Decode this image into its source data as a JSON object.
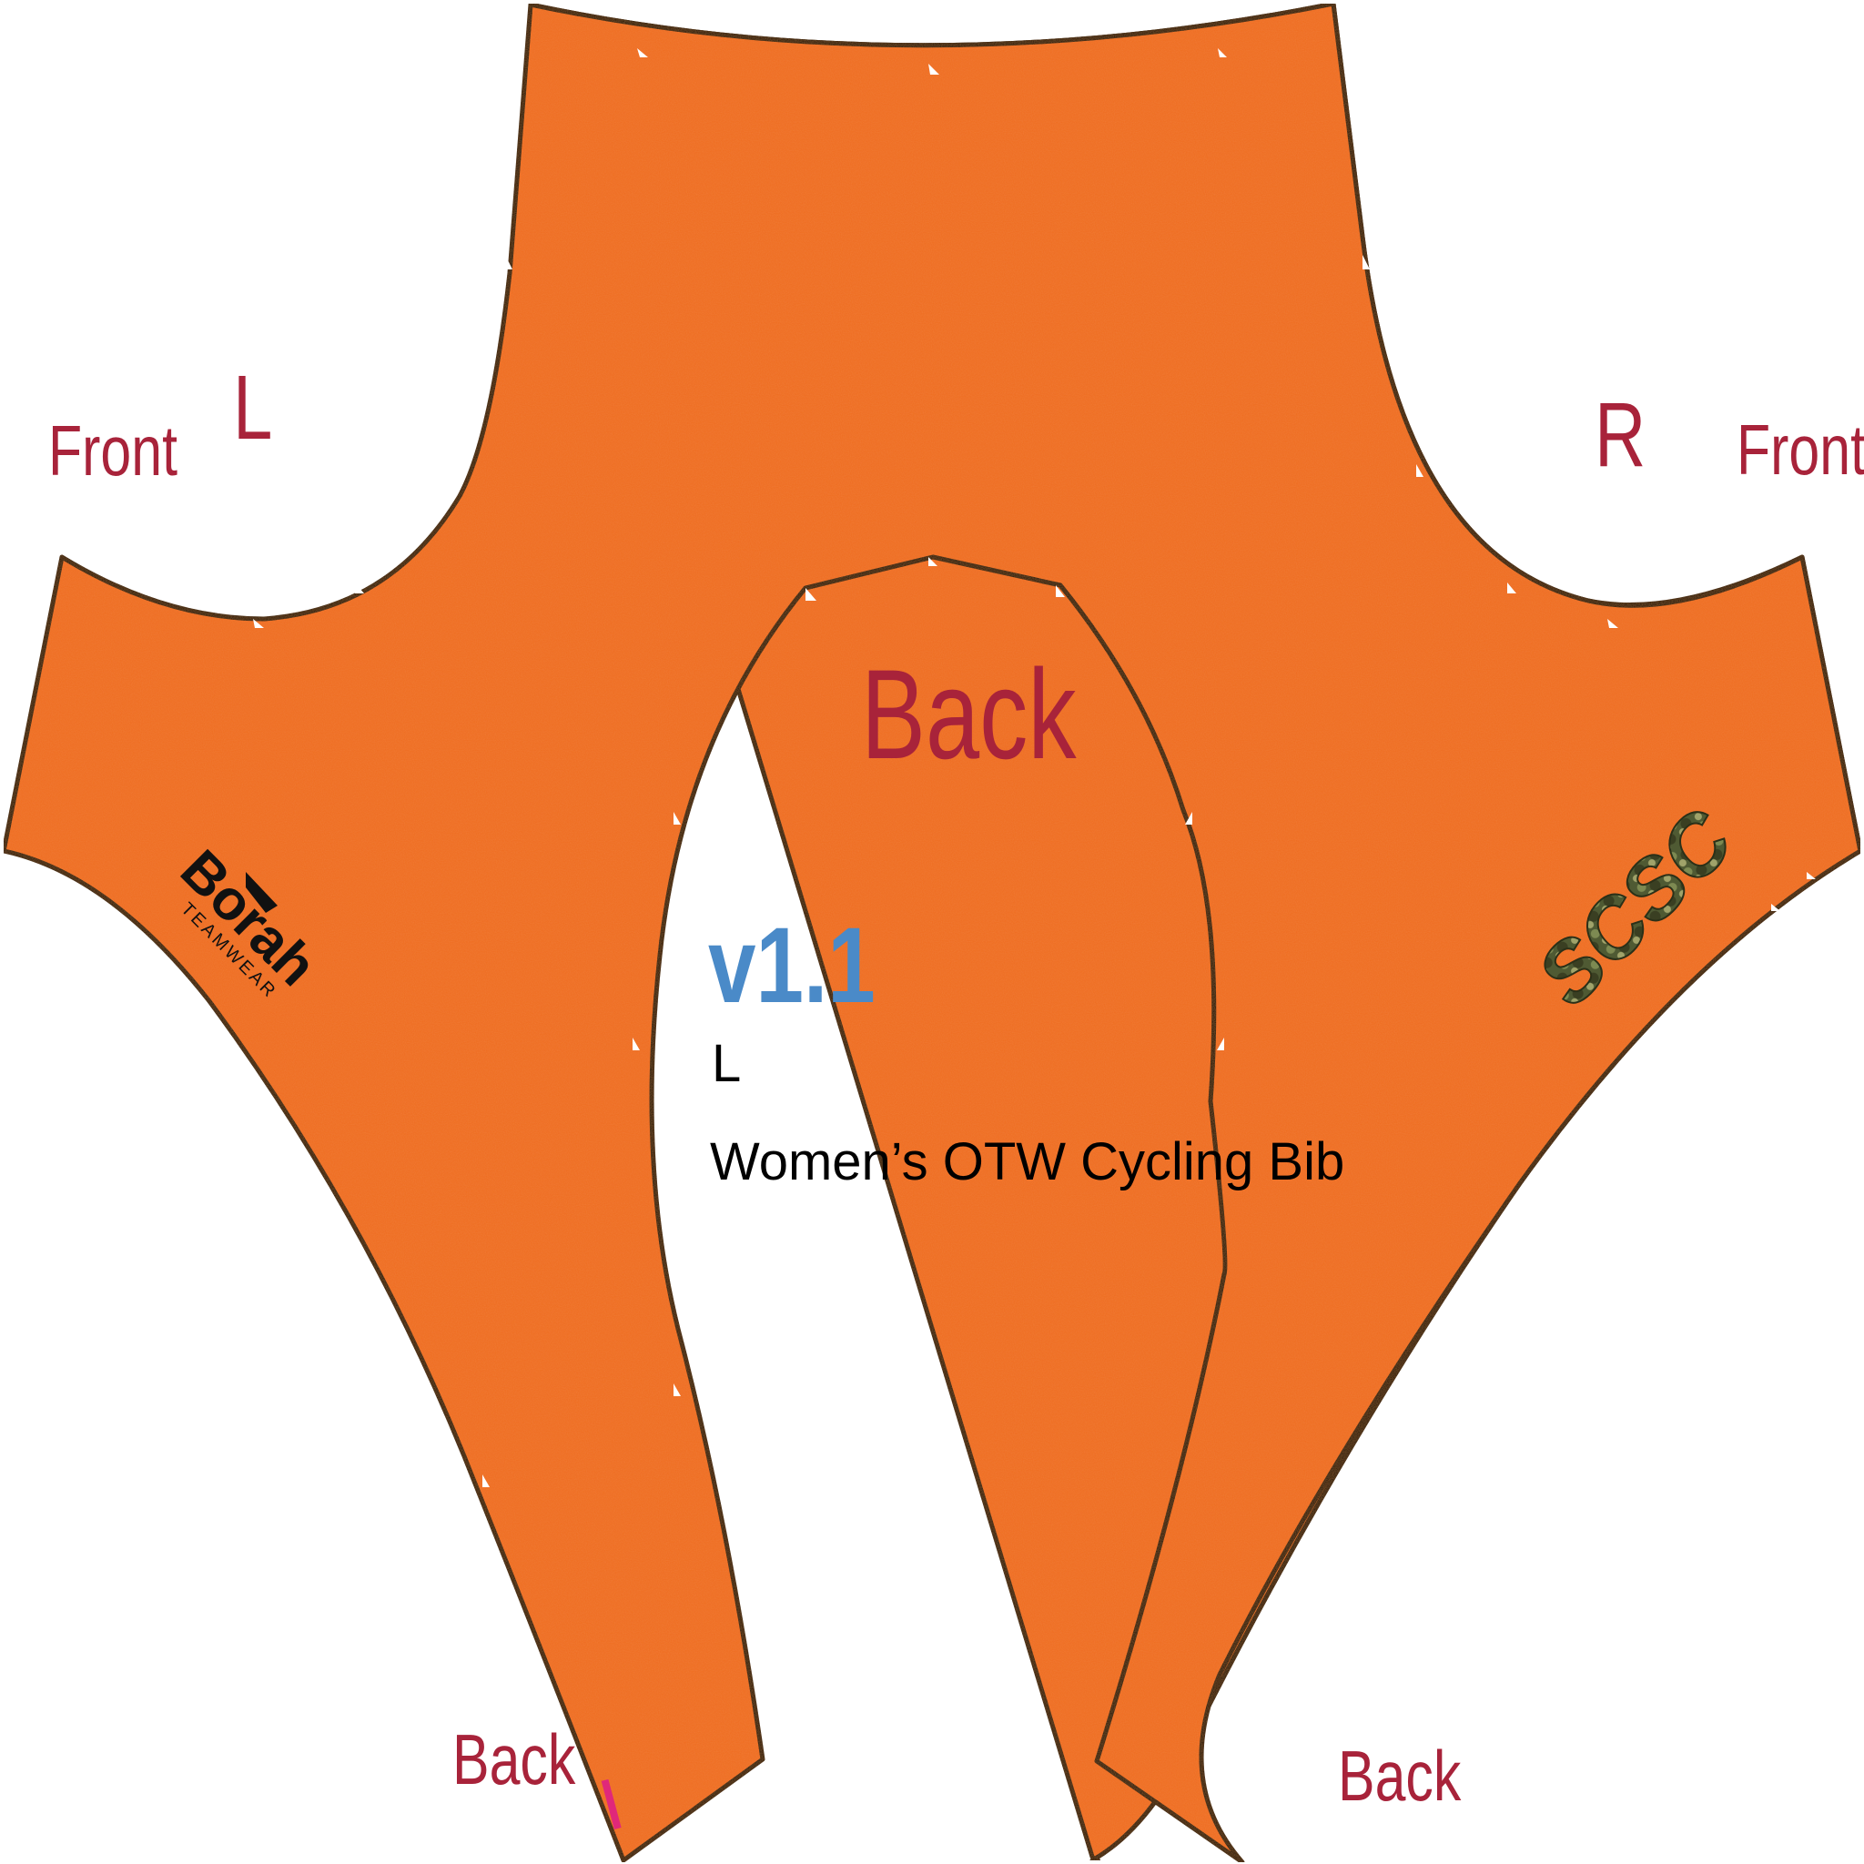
{
  "labels": {
    "left_front": "Front",
    "left_side": "L",
    "right_side": "R",
    "right_front": "Front",
    "center_back": "Back",
    "bottom_left_back": "Back",
    "bottom_right_back": "Back"
  },
  "info": {
    "version": "v1.1",
    "size": "L",
    "product": "Women’s OTW Cycling Bib"
  },
  "logos": {
    "left": {
      "name": "Borah",
      "sub": "TEAMWEAR"
    },
    "right": {
      "name": "SCSC"
    }
  },
  "colors": {
    "panel_fill": "#ef6c22",
    "label_red": "#a8233a",
    "version_blue": "#4a8ac8",
    "outline": "#111111"
  }
}
